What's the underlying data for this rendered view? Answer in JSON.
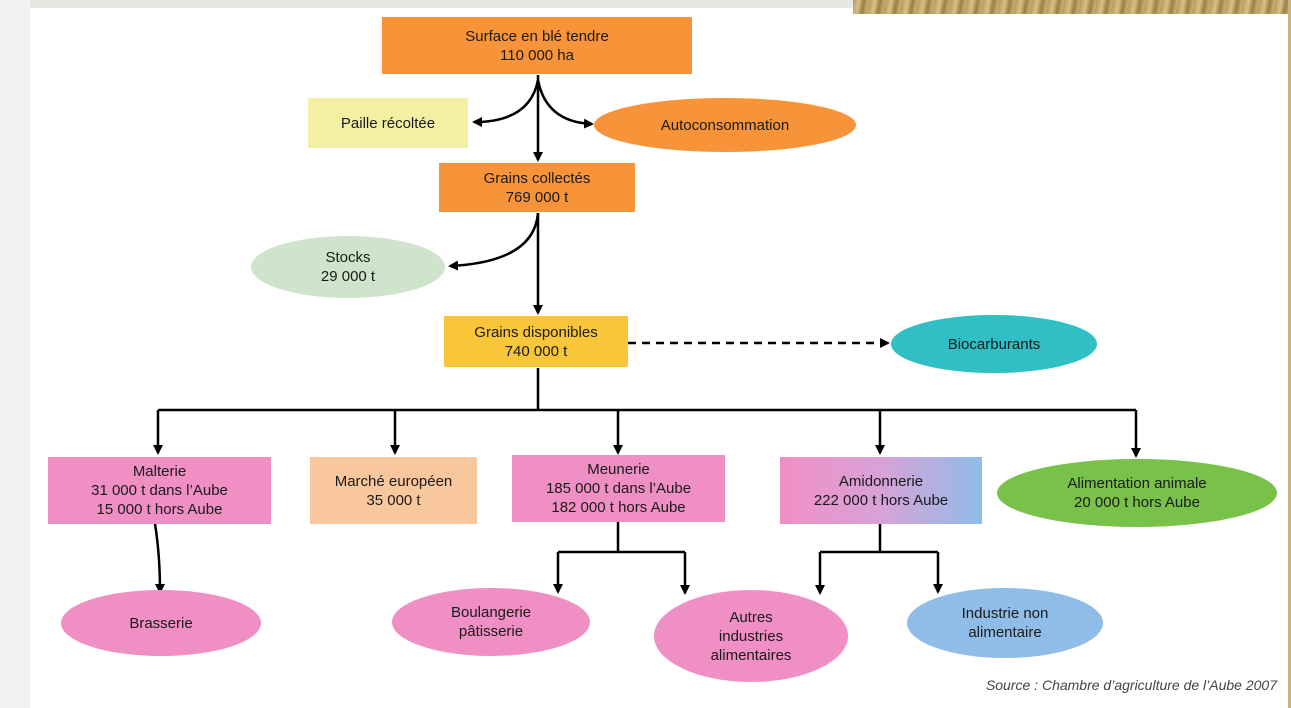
{
  "colors": {
    "orange": "#f7943a",
    "pale_yellow": "#f3f0a4",
    "yellow": "#f9c63a",
    "pale_green": "#cfe5cb",
    "teal": "#2fbfc4",
    "pink": "#f08fc4",
    "peach": "#f9c79e",
    "blue": "#8fbde8",
    "green": "#79c24a",
    "arrow": "#000000"
  },
  "nodes": {
    "surface": {
      "line1": "Surface en blé tendre",
      "line2": "110 000 ha"
    },
    "paille": {
      "line1": "Paille récoltée"
    },
    "autoconsommation": {
      "line1": "Autoconsommation"
    },
    "grains_collectes": {
      "line1": "Grains collectés",
      "line2": "769 000 t"
    },
    "stocks": {
      "line1": "Stocks",
      "line2": "29 000 t"
    },
    "grains_disponibles": {
      "line1": "Grains disponibles",
      "line2": "740 000 t"
    },
    "biocarburants": {
      "line1": "Biocarburants"
    },
    "malterie": {
      "line1": "Malterie",
      "line2": "31 000 t dans l’Aube",
      "line3": "15 000 t hors Aube"
    },
    "marche": {
      "line1": "Marché européen",
      "line2": "35 000 t"
    },
    "meunerie": {
      "line1": "Meunerie",
      "line2": "185 000 t dans l’Aube",
      "line3": "182 000 t hors Aube"
    },
    "amidonnerie": {
      "line1": "Amidonnerie",
      "line2": "222 000 t hors Aube"
    },
    "alimentation": {
      "line1": "Alimentation animale",
      "line2": "20 000 t hors Aube"
    },
    "brasserie": {
      "line1": "Brasserie"
    },
    "boulangerie": {
      "line1": "Boulangerie",
      "line2": "pâtisserie"
    },
    "autres": {
      "line1": "Autres",
      "line2": "industries",
      "line3": "alimentaires"
    },
    "industrie": {
      "line1": "Industrie non",
      "line2": "alimentaire"
    }
  },
  "source": "Source : Chambre d’agriculture de l’Aube 2007"
}
